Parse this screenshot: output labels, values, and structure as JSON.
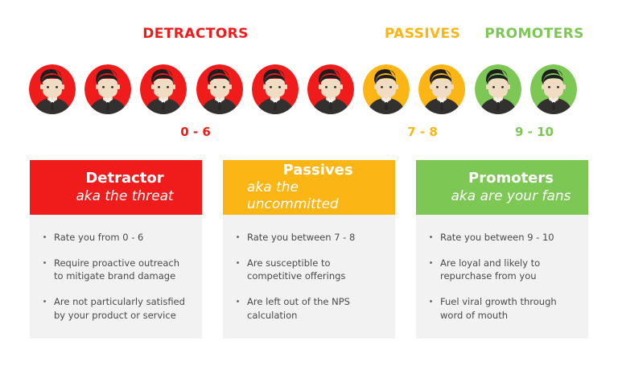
{
  "segments": {
    "headings": [
      {
        "label": "DETRACTORS",
        "color": "#F01C1C"
      },
      {
        "label": "PASSIVES",
        "color": "#FBB615"
      },
      {
        "label": "PROMOTERS",
        "color": "#7DC855"
      }
    ],
    "scores": [
      {
        "label": "0 - 6",
        "color": "#F01C1C"
      },
      {
        "label": "7 - 8",
        "color": "#FBB615"
      },
      {
        "label": "9 - 10",
        "color": "#7DC855"
      }
    ]
  },
  "avatars": {
    "count": 10,
    "icon": "person-avatar-icon",
    "colors": [
      "#F01C1C",
      "#F01C1C",
      "#F01C1C",
      "#F01C1C",
      "#F01C1C",
      "#F01C1C",
      "#FBB615",
      "#FBB615",
      "#7DC855",
      "#7DC855"
    ],
    "skin_color": "#EFDCC3",
    "hair_color": "#1E1E1E",
    "suit_color": "#33312F"
  },
  "cards": [
    {
      "title": "Detractor",
      "subtitle": "aka the threat",
      "accent": "#F01C1C",
      "bullets": [
        "Rate you from 0 - 6",
        "Require proactive outreach to mitigate brand damage",
        "Are not particularly satisfied by your product or service"
      ]
    },
    {
      "title": "Passives",
      "subtitle": "aka the uncommitted",
      "accent": "#FBB615",
      "bullets": [
        "Rate you between 7 - 8",
        "Are susceptible to competitive offerings",
        "Are left out of the NPS calculation"
      ]
    },
    {
      "title": "Promoters",
      "subtitle": "aka are your fans",
      "accent": "#7DC855",
      "bullets": [
        "Rate you between 9 - 10",
        "Are loyal and likely to repurchase from you",
        "Fuel viral growth through word of mouth"
      ]
    }
  ]
}
